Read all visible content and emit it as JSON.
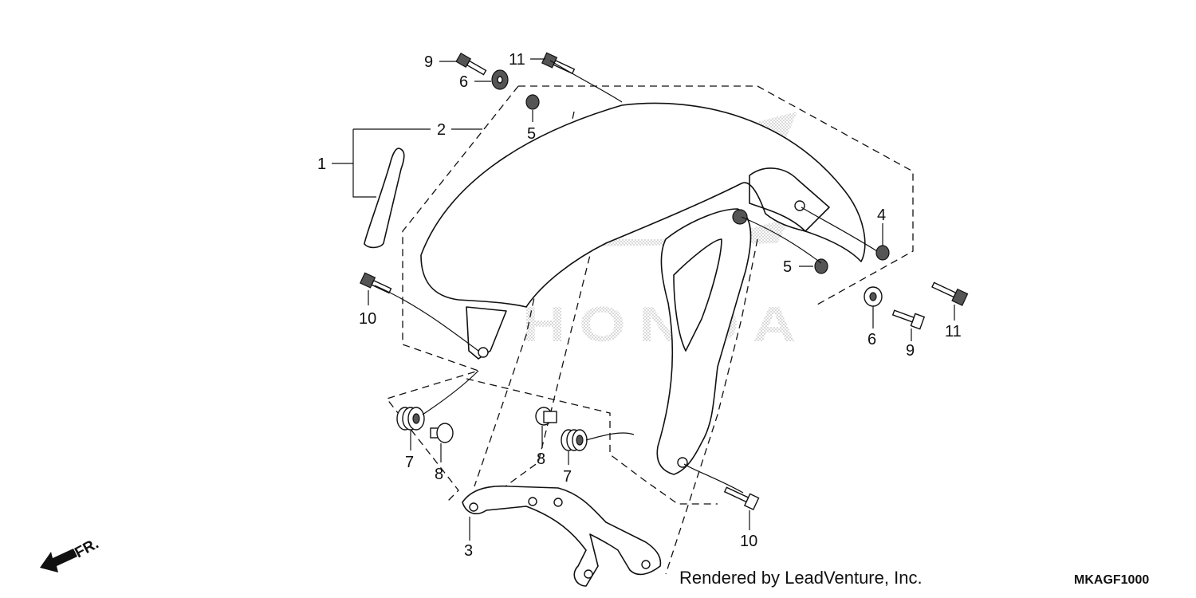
{
  "diagram": {
    "callouts": [
      "1",
      "2",
      "3",
      "4",
      "5",
      "5",
      "6",
      "6",
      "7",
      "7",
      "8",
      "8",
      "9",
      "9",
      "10",
      "10",
      "11",
      "11"
    ],
    "watermark": {
      "text": "HONDA",
      "color": "#c8c8c8"
    },
    "direction_indicator": {
      "label": "FR."
    },
    "credit": "Rendered by LeadVenture, Inc.",
    "diagram_code": "MKAGF1000"
  }
}
